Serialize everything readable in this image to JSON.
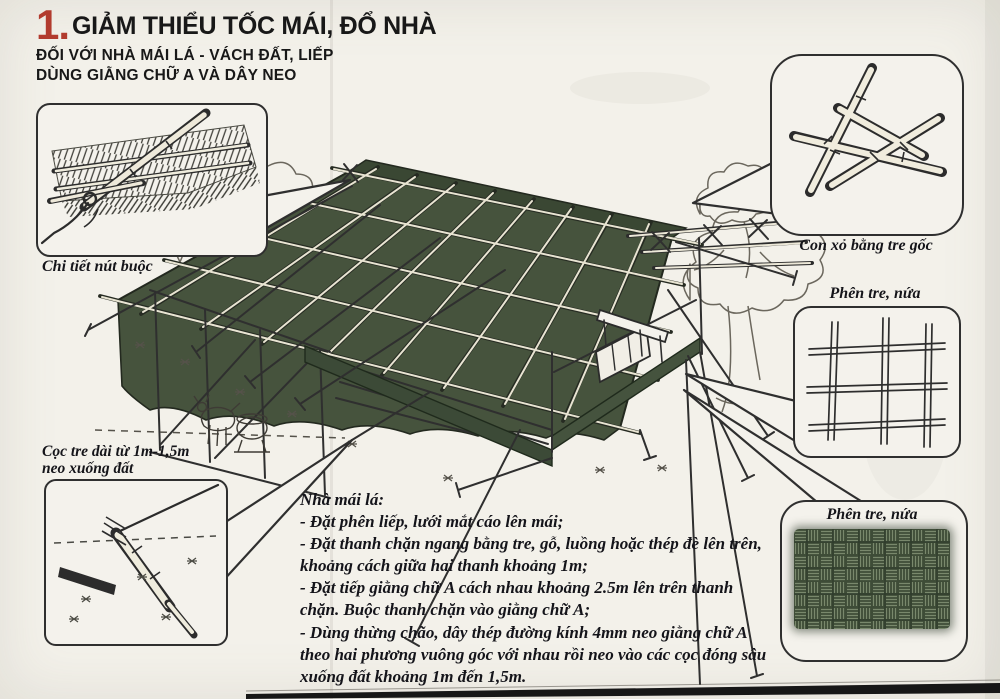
{
  "title": {
    "number": "1.",
    "line1": "GIẢM THIỂU TỐC MÁI, ĐỔ NHÀ",
    "line2": "ĐỐI VỚI NHÀ MÁI LÁ - VÁCH ĐẤT, LIẾP",
    "line3": "DÙNG GIẰNG CHỮ A VÀ DÂY NEO"
  },
  "callouts": {
    "knot_detail": {
      "caption": "Chi tiết nút buộc"
    },
    "bamboo_peg": {
      "caption": "Con xỏ bằng tre gốc"
    },
    "bamboo_lattice": {
      "caption": "Phên tre, nứa"
    },
    "bamboo_weave": {
      "caption": "Phên tre, nứa"
    },
    "ground_stake": {
      "caption_line1": "Cọc tre dài từ 1m-1,5m",
      "caption_line2": "neo xuống đất"
    }
  },
  "instructions": {
    "heading": "Nhà mái lá:",
    "items": [
      "- Đặt phên liếp, lưới mắt cáo lên mái;",
      "- Đặt thanh chặn ngang bằng tre, gỗ, luồng hoặc thép đè lên trên, khoảng cách giữa hai thanh khoảng 1m;",
      "- Đặt tiếp giằng chữ A cách nhau khoảng 2.5m lên trên thanh chặn. Buộc thanh chặn vào giằng chữ A;",
      "- Dùng thừng chão, dây thép đường kính 4mm neo giằng chữ A theo hai phương vuông góc với nhau rồi neo vào các cọc đóng sâu xuống đất khoảng 1m đến 1,5m."
    ]
  },
  "colors": {
    "accent_red": "#b23b2e",
    "roof_green": "#46533d",
    "weave_green": "#3e4c37",
    "ink": "#2f2f2f",
    "paper": "#f3f1ea"
  }
}
